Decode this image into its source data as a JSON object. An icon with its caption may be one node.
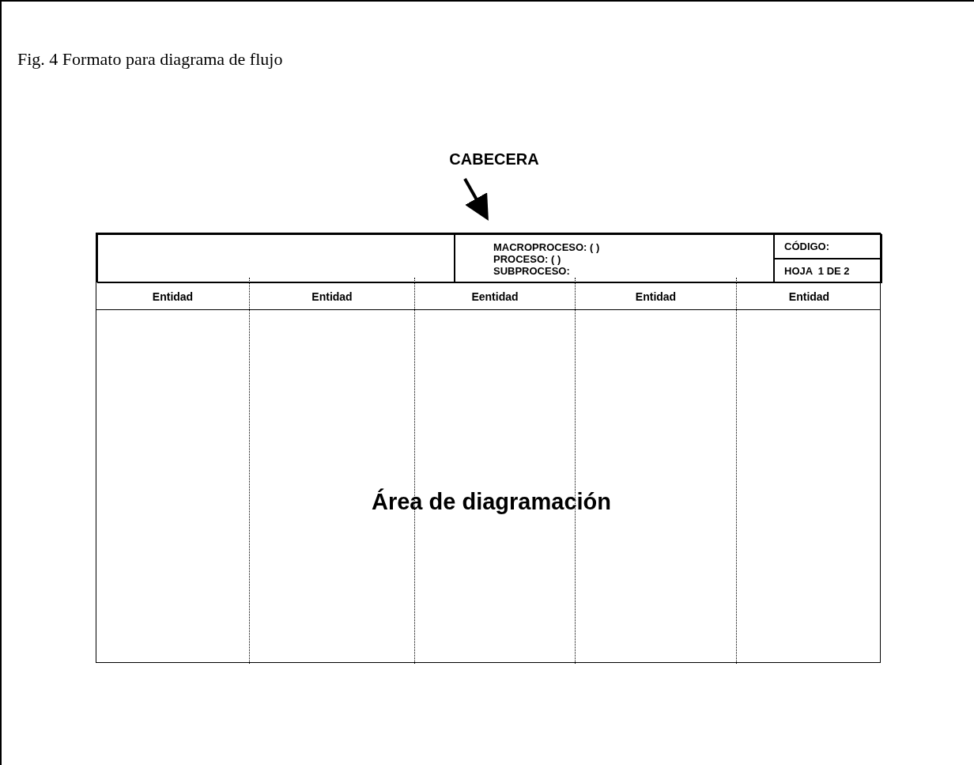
{
  "diagram": {
    "title": "Fig. 4 Formato para diagrama de flujo",
    "nodes": [
      {
        "text": [
          "CABECERA"
        ]
      },
      {
        "text": [],
        "shape": "box"
      },
      {
        "text": [],
        "shape": "box",
        "in": 1
      },
      {
        "text": [],
        "shape": "box",
        "in": 2
      },
      {
        "text": [
          "MACROPROCESO: ( )",
          "PROCESO: ( )",
          "SUBPROCESO:"
        ],
        "in": 2
      },
      {
        "text": [
          "CÓDIGO:"
        ],
        "in": 2
      },
      {
        "text": [
          "HOJA  1 DE 2"
        ],
        "in": 2
      },
      {
        "text": [
          "Entidad"
        ],
        "in": 1
      },
      {
        "text": [
          "Entidad"
        ],
        "in": 1
      },
      {
        "text": [
          "Eentidad"
        ],
        "in": 1
      },
      {
        "text": [
          "Entidad"
        ],
        "in": 1
      },
      {
        "text": [
          "Entidad"
        ],
        "in": 1
      }
    ],
    "edges": [
      {
        "from": 0,
        "to": 2,
        "arrow": "to"
      }
    ],
    "labels": [
      "Área de diagramación"
    ]
  }
}
